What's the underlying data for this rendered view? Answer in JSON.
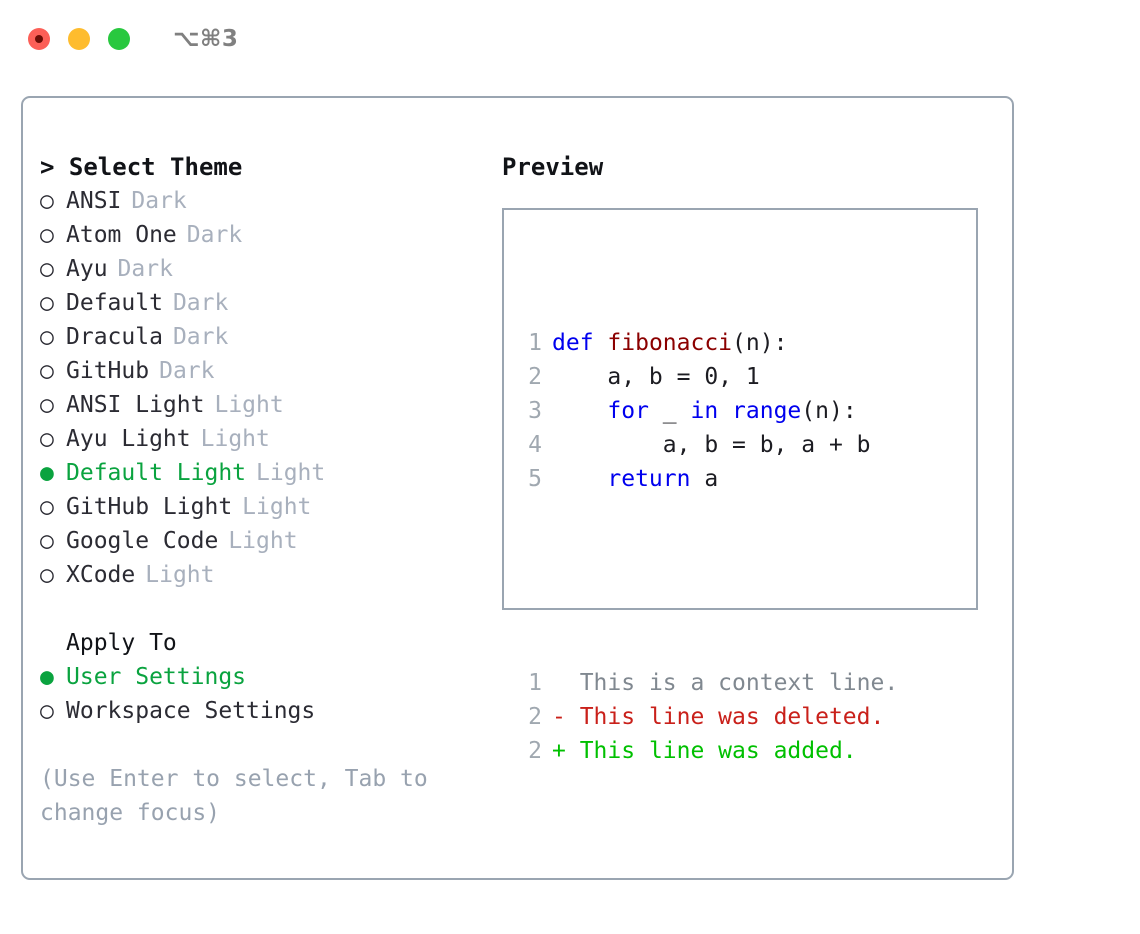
{
  "titlebar": {
    "buttons": [
      "close",
      "minimize",
      "zoom"
    ],
    "shortcut": "⌥⌘3"
  },
  "theme_picker": {
    "header": "> Select Theme",
    "selected_marker": "●",
    "unselected_marker": "○",
    "items": [
      {
        "marker": "○",
        "name": "ANSI",
        "kind": "Dark",
        "selected": false
      },
      {
        "marker": "○",
        "name": "Atom One",
        "kind": "Dark",
        "selected": false
      },
      {
        "marker": "○",
        "name": "Ayu",
        "kind": "Dark",
        "selected": false
      },
      {
        "marker": "○",
        "name": "Default",
        "kind": "Dark",
        "selected": false
      },
      {
        "marker": "○",
        "name": "Dracula",
        "kind": "Dark",
        "selected": false
      },
      {
        "marker": "○",
        "name": "GitHub",
        "kind": "Dark",
        "selected": false
      },
      {
        "marker": "○",
        "name": "ANSI Light",
        "kind": "Light",
        "selected": false
      },
      {
        "marker": "○",
        "name": "Ayu Light",
        "kind": "Light",
        "selected": false
      },
      {
        "marker": "●",
        "name": "Default Light",
        "kind": "Light",
        "selected": true
      },
      {
        "marker": "○",
        "name": "GitHub Light",
        "kind": "Light",
        "selected": false
      },
      {
        "marker": "○",
        "name": "Google Code",
        "kind": "Light",
        "selected": false
      },
      {
        "marker": "○",
        "name": "XCode",
        "kind": "Light",
        "selected": false
      }
    ]
  },
  "apply_to": {
    "header": "Apply To",
    "items": [
      {
        "marker": "●",
        "name": "User Settings",
        "selected": true
      },
      {
        "marker": "○",
        "name": "Workspace Settings",
        "selected": false
      }
    ]
  },
  "hint": "(Use Enter to select, Tab to change focus)",
  "preview": {
    "title": "Preview",
    "code_lines": [
      {
        "no": "1",
        "indent": "",
        "tokens": [
          {
            "t": "def",
            "c": "kw"
          },
          {
            "t": " ",
            "c": "pl"
          },
          {
            "t": "fibonacci",
            "c": "fn"
          },
          {
            "t": "(n):",
            "c": "pl"
          }
        ]
      },
      {
        "no": "2",
        "indent": "    ",
        "tokens": [
          {
            "t": "a, b = 0, 1",
            "c": "pl"
          }
        ]
      },
      {
        "no": "3",
        "indent": "    ",
        "tokens": [
          {
            "t": "for",
            "c": "kw"
          },
          {
            "t": " _ ",
            "c": "pl"
          },
          {
            "t": "in",
            "c": "kw"
          },
          {
            "t": " ",
            "c": "pl"
          },
          {
            "t": "range",
            "c": "kw"
          },
          {
            "t": "(n):",
            "c": "pl"
          }
        ]
      },
      {
        "no": "4",
        "indent": "        ",
        "tokens": [
          {
            "t": "a, b = b, a + b",
            "c": "pl"
          }
        ]
      },
      {
        "no": "5",
        "indent": "    ",
        "tokens": [
          {
            "t": "return",
            "c": "kw"
          },
          {
            "t": " a",
            "c": "pl"
          }
        ]
      }
    ],
    "diff_lines": [
      {
        "no": "1",
        "sign": " ",
        "text": " This is a context line.",
        "kind": "ctx"
      },
      {
        "no": "2",
        "sign": "-",
        "text": " This line was deleted.",
        "kind": "del"
      },
      {
        "no": "2",
        "sign": "+",
        "text": " This line was added.",
        "kind": "add"
      }
    ]
  },
  "colors": {
    "accent_green": "#0aa33f",
    "diff_add": "#00c000",
    "diff_del": "#c9201a",
    "keyword_blue": "#0000ee",
    "function_red": "#8b0000",
    "border": "#9aa5b1",
    "muted": "#a8b0bd",
    "text": "#2b2b33"
  }
}
